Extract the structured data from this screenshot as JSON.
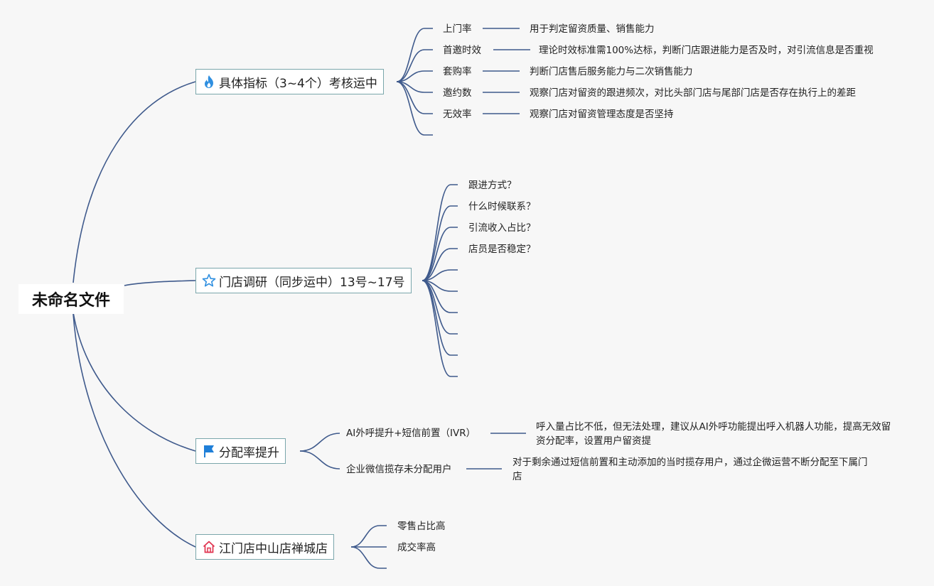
{
  "root": {
    "title": "未命名文件"
  },
  "branches": [
    {
      "label": "具体指标（3~4个）考核运中",
      "icon": "flame-icon",
      "children": [
        {
          "label": "上门率",
          "desc": "用于判定留资质量、销售能力"
        },
        {
          "label": "首邀时效",
          "desc": "理论时效标准需100%达标，判断门店跟进能力是否及时，对引流信息是否重视"
        },
        {
          "label": "套购率",
          "desc": "判断门店售后服务能力与二次销售能力"
        },
        {
          "label": "邀约数",
          "desc": "观察门店对留资的跟进频次，对比头部门店与尾部门店是否存在执行上的差距"
        },
        {
          "label": "无效率",
          "desc": "观察门店对留资管理态度是否坚持"
        },
        {
          "label": ""
        }
      ]
    },
    {
      "label": "门店调研（同步运中）13号~17号",
      "icon": "star-icon",
      "children": [
        {
          "label": "跟进方式？"
        },
        {
          "label": "什么时候联系？"
        },
        {
          "label": "引流收入占比？"
        },
        {
          "label": "店员是否稳定？"
        },
        {
          "label": ""
        },
        {
          "label": ""
        },
        {
          "label": ""
        },
        {
          "label": ""
        },
        {
          "label": ""
        },
        {
          "label": ""
        }
      ]
    },
    {
      "label": "分配率提升",
      "icon": "flag-icon",
      "children": [
        {
          "label": "AI外呼提升+短信前置（IVR）",
          "desc": "呼入量占比不低，但无法处理，建议从AI外呼功能提出呼入机器人功能，提高无效留资分配率，设置用户留资提"
        },
        {
          "label": "企业微信揽存未分配用户",
          "desc": "对于剩余通过短信前置和主动添加的当时揽存用户，通过企微运营不断分配至下属门店"
        }
      ]
    },
    {
      "label": "江门店中山店禅城店",
      "icon": "home-icon",
      "children": [
        {
          "label": "零售占比高"
        },
        {
          "label": "成交率高"
        },
        {
          "label": ""
        }
      ]
    }
  ],
  "colors": {
    "line": "#3f5a8c",
    "border": "#7aa6ab",
    "flame": "#2f8fe0",
    "star": "#2f8fe0",
    "flag": "#1f7fd8",
    "home": "#e0334f"
  }
}
